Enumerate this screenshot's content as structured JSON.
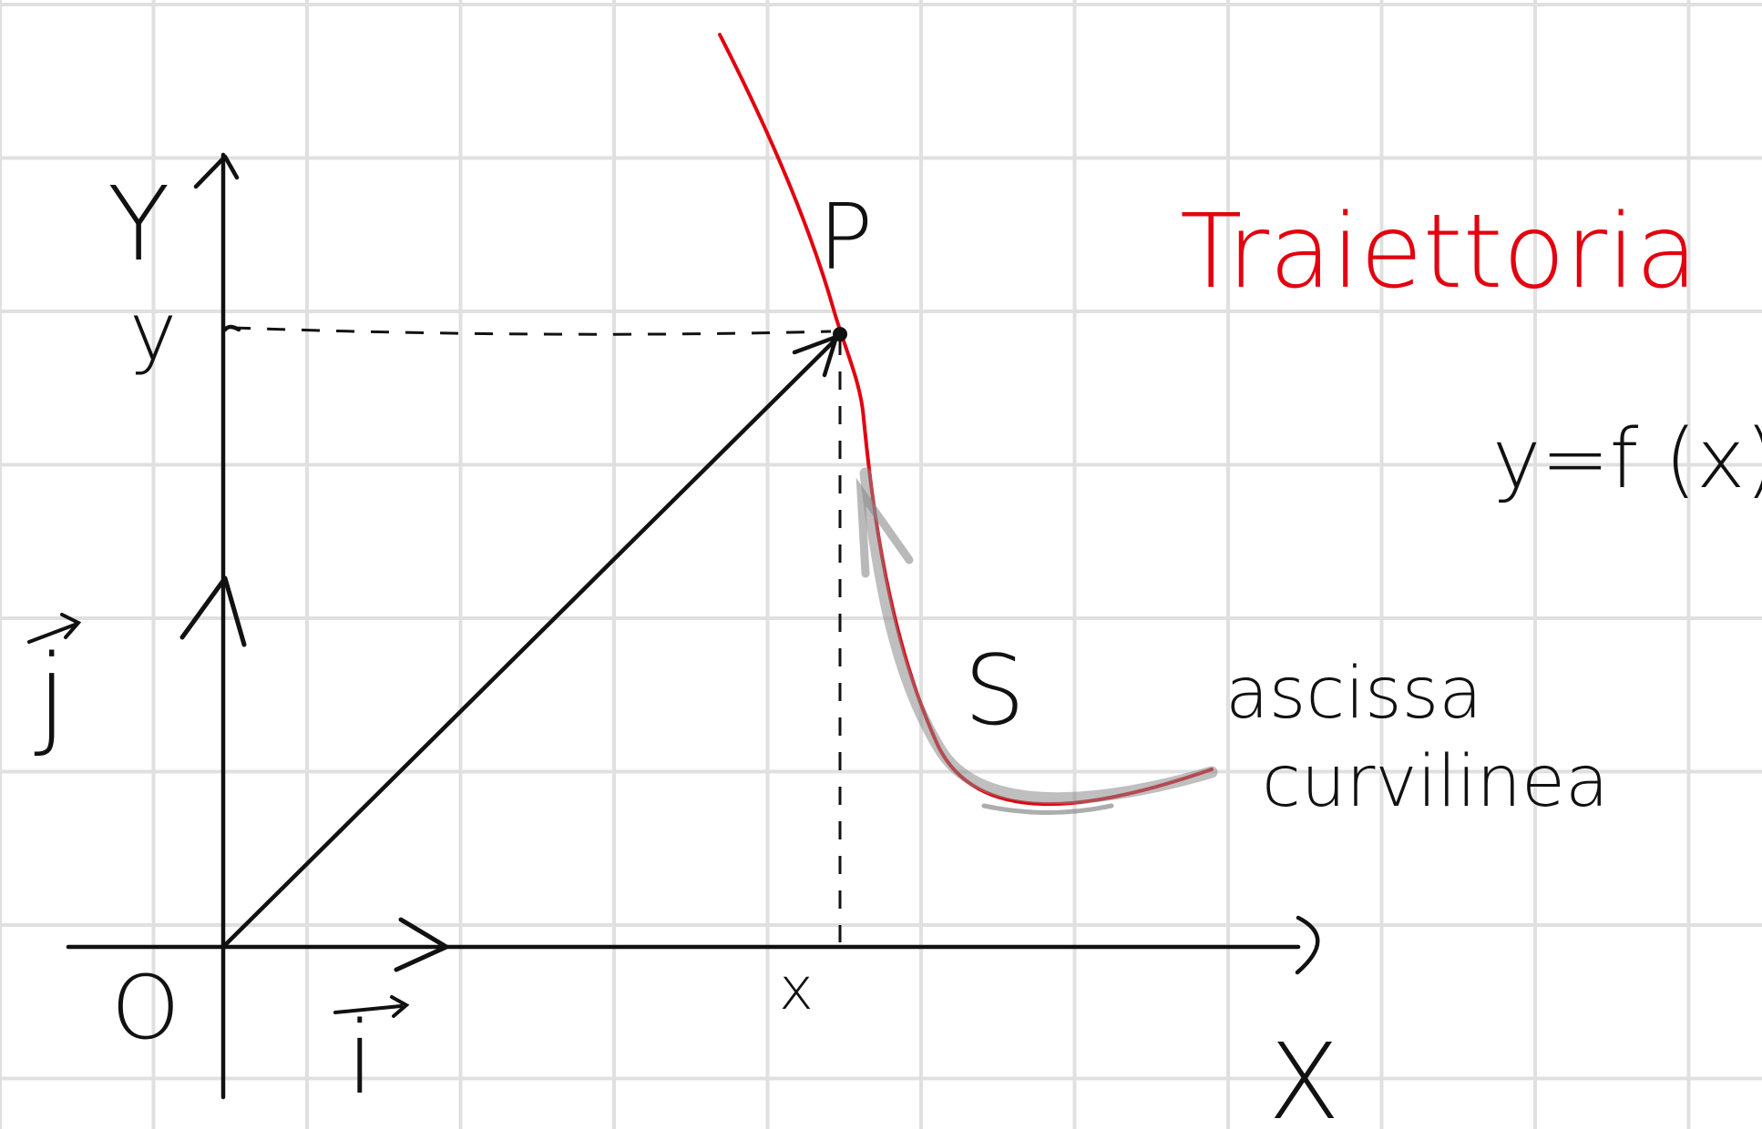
{
  "labels": {
    "axis_y": "Y",
    "axis_x": "X",
    "tick_y": "y",
    "tick_x": "x",
    "origin": "O",
    "unit_j": "j",
    "unit_i": "i",
    "point": "P",
    "arc_length": "S",
    "title": "Traiettoria",
    "equation": "y=f (x)",
    "note_line1": "ascissa",
    "note_line2": "curvilinea"
  },
  "colors": {
    "background": "#ffffff",
    "grid": "#e0e0e0",
    "ink": "#111111",
    "trajectory": "#e3000f",
    "arc_highlight": "#8a8a8a"
  }
}
